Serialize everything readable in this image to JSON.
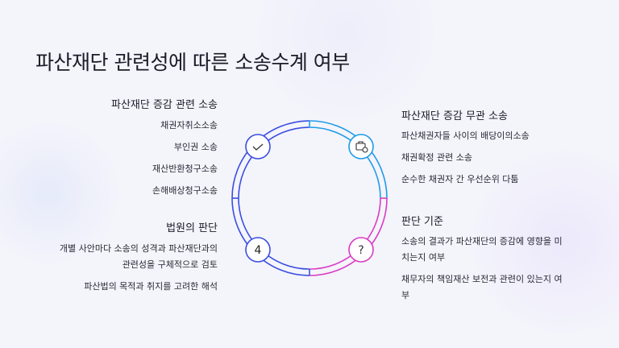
{
  "title": "파산재단 관련성에 따른 소송수계 여부",
  "left_top": {
    "heading": "파산재단 증감 관련 소송",
    "items": [
      "채권자취소소송",
      "부인권 소송",
      "재산반환청구소송",
      "손해배상청구소송"
    ]
  },
  "left_bottom": {
    "heading": "법원의 판단",
    "items": [
      "개별 사안마다 소송의 성격과 파산재단과의",
      "관련성을 구체적으로 검토",
      "파산법의 목적과 취지를 고려한 해석"
    ]
  },
  "right_top": {
    "heading": "파산재단 증감 무관 소송",
    "items": [
      "파산채권자들 사이의 배당이의소송",
      "채권확정 관련 소송",
      "순수한 채권자 간 우선순위 다툼"
    ]
  },
  "right_bottom": {
    "heading": "판단 기준",
    "items": [
      "소송의 결과가 파산재단의 증감에 영향을 미",
      "치는지 여부",
      "채무자의 책임재산 보전과 관련이 있는지 여",
      "부"
    ]
  },
  "nodes": {
    "bottom_left": "4",
    "bottom_right": "?"
  },
  "colors": {
    "blue": "#3a4fe0",
    "sky": "#1e9ce6",
    "magenta": "#d93cc4"
  }
}
